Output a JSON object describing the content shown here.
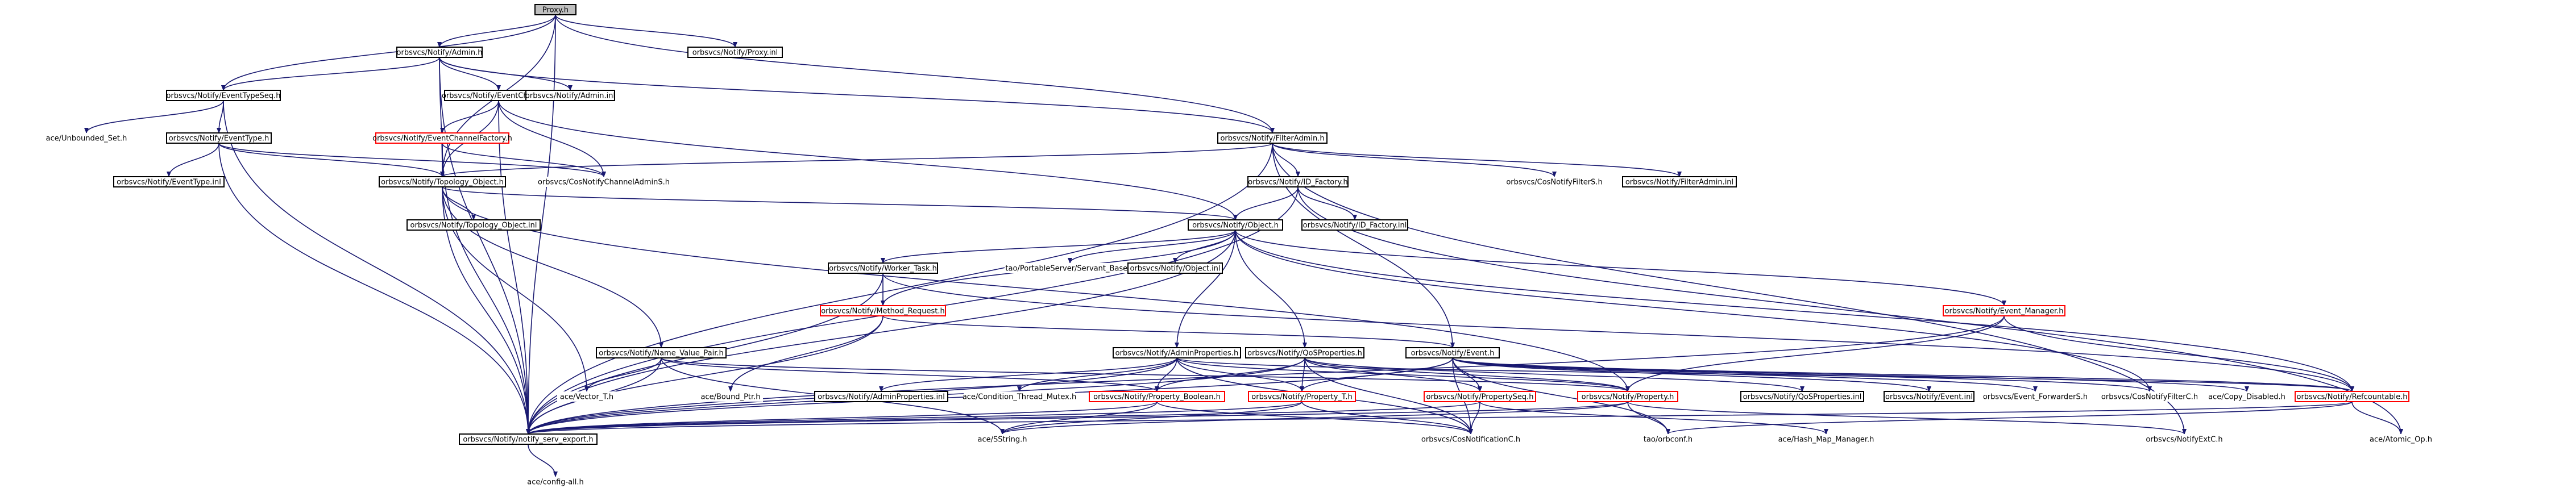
{
  "colors": {
    "edge": "#191970",
    "normal_border": "#000000",
    "red_border": "#ff0000",
    "focus_fill": "#bfbfbf",
    "fill": "#ffffff",
    "plain_text": "#555555"
  },
  "nodes": [
    {
      "id": "proxy_h",
      "label": "Proxy.h",
      "style": "focus"
    },
    {
      "id": "notify_admin_h",
      "label": "orbsvcs/Notify/Admin.h",
      "style": "normal"
    },
    {
      "id": "notify_proxy_inl",
      "label": "orbsvcs/Notify/Proxy.inl",
      "style": "normal"
    },
    {
      "id": "event_type_seq_h",
      "label": "orbsvcs/Notify/EventTypeSeq.h",
      "style": "normal"
    },
    {
      "id": "event_channel_h",
      "label": "orbsvcs/Notify/EventChannel.h",
      "style": "normal"
    },
    {
      "id": "admin_inl",
      "label": "orbsvcs/Notify/Admin.inl",
      "style": "normal"
    },
    {
      "id": "unbounded_set_h",
      "label": "ace/Unbounded_Set.h",
      "style": "plain"
    },
    {
      "id": "event_type_h",
      "label": "orbsvcs/Notify/EventType.h",
      "style": "normal"
    },
    {
      "id": "event_channel_factory_h",
      "label": "orbsvcs/Notify/EventChannelFactory.h",
      "style": "red"
    },
    {
      "id": "filter_admin_h",
      "label": "orbsvcs/Notify/FilterAdmin.h",
      "style": "normal"
    },
    {
      "id": "event_type_inl",
      "label": "orbsvcs/Notify/EventType.inl",
      "style": "normal"
    },
    {
      "id": "topology_object_h",
      "label": "orbsvcs/Notify/Topology_Object.h",
      "style": "normal"
    },
    {
      "id": "cos_notify_channel_admin_s_h",
      "label": "orbsvcs/CosNotifyChannelAdminS.h",
      "style": "plain"
    },
    {
      "id": "id_factory_h",
      "label": "orbsvcs/Notify/ID_Factory.h",
      "style": "normal"
    },
    {
      "id": "cos_notify_filter_s_h",
      "label": "orbsvcs/CosNotifyFilterS.h",
      "style": "plain"
    },
    {
      "id": "filter_admin_inl",
      "label": "orbsvcs/Notify/FilterAdmin.inl",
      "style": "normal"
    },
    {
      "id": "topology_object_inl",
      "label": "orbsvcs/Notify/Topology_Object.inl",
      "style": "normal"
    },
    {
      "id": "id_factory_inl",
      "label": "orbsvcs/Notify/ID_Factory.inl",
      "style": "normal"
    },
    {
      "id": "notify_object_h",
      "label": "orbsvcs/Notify/Object.h",
      "style": "normal"
    },
    {
      "id": "worker_task_h",
      "label": "orbsvcs/Notify/Worker_Task.h",
      "style": "normal"
    },
    {
      "id": "portable_server_servant_base_h",
      "label": "tao/PortableServer/Servant_Base.h",
      "style": "plain"
    },
    {
      "id": "notify_object_inl",
      "label": "orbsvcs/Notify/Object.inl",
      "style": "normal"
    },
    {
      "id": "method_request_h",
      "label": "orbsvcs/Notify/Method_Request.h",
      "style": "red"
    },
    {
      "id": "event_manager_h",
      "label": "orbsvcs/Notify/Event_Manager.h",
      "style": "red"
    },
    {
      "id": "name_value_pair_h",
      "label": "orbsvcs/Notify/Name_Value_Pair.h",
      "style": "normal"
    },
    {
      "id": "admin_properties_h",
      "label": "orbsvcs/Notify/AdminProperties.h",
      "style": "normal"
    },
    {
      "id": "qos_properties_h",
      "label": "orbsvcs/Notify/QoSProperties.h",
      "style": "normal"
    },
    {
      "id": "notify_event_h",
      "label": "orbsvcs/Notify/Event.h",
      "style": "normal"
    },
    {
      "id": "vector_t_h",
      "label": "ace/Vector_T.h",
      "style": "plain"
    },
    {
      "id": "bound_ptr_h",
      "label": "ace/Bound_Ptr.h",
      "style": "plain"
    },
    {
      "id": "admin_properties_inl",
      "label": "orbsvcs/Notify/AdminProperties.inl",
      "style": "normal"
    },
    {
      "id": "condition_thread_mutex_h",
      "label": "ace/Condition_Thread_Mutex.h",
      "style": "plain"
    },
    {
      "id": "property_boolean_h",
      "label": "orbsvcs/Notify/Property_Boolean.h",
      "style": "red"
    },
    {
      "id": "property_t_h",
      "label": "orbsvcs/Notify/Property_T.h",
      "style": "red"
    },
    {
      "id": "property_seq_h",
      "label": "orbsvcs/Notify/PropertySeq.h",
      "style": "red"
    },
    {
      "id": "property_h",
      "label": "orbsvcs/Notify/Property.h",
      "style": "red"
    },
    {
      "id": "qos_properties_inl",
      "label": "orbsvcs/Notify/QoSProperties.inl",
      "style": "normal"
    },
    {
      "id": "event_inl",
      "label": "orbsvcs/Notify/Event.inl",
      "style": "normal"
    },
    {
      "id": "event_forwarder_s_h",
      "label": "orbsvcs/Event_ForwarderS.h",
      "style": "plain"
    },
    {
      "id": "cos_notify_filter_c_h",
      "label": "orbsvcs/CosNotifyFilterC.h",
      "style": "plain"
    },
    {
      "id": "copy_disabled_h",
      "label": "ace/Copy_Disabled.h",
      "style": "plain"
    },
    {
      "id": "refcountable_h",
      "label": "orbsvcs/Notify/Refcountable.h",
      "style": "red"
    },
    {
      "id": "notify_serv_export_h",
      "label": "orbsvcs/Notify/notify_serv_export.h",
      "style": "normal"
    },
    {
      "id": "sstring_h",
      "label": "ace/SString.h",
      "style": "plain"
    },
    {
      "id": "cos_notification_c_h",
      "label": "orbsvcs/CosNotificationC.h",
      "style": "plain"
    },
    {
      "id": "orbconf_h",
      "label": "tao/orbconf.h",
      "style": "plain"
    },
    {
      "id": "hash_map_manager_h",
      "label": "ace/Hash_Map_Manager.h",
      "style": "plain"
    },
    {
      "id": "notify_ext_c_h",
      "label": "orbsvcs/NotifyExtC.h",
      "style": "plain"
    },
    {
      "id": "atomic_op_h",
      "label": "ace/Atomic_Op.h",
      "style": "plain"
    },
    {
      "id": "config_all_h",
      "label": "ace/config-all.h",
      "style": "plain"
    }
  ],
  "edges": [
    [
      "proxy_h",
      "notify_admin_h"
    ],
    [
      "proxy_h",
      "notify_proxy_inl"
    ],
    [
      "proxy_h",
      "event_type_seq_h"
    ],
    [
      "proxy_h",
      "filter_admin_h"
    ],
    [
      "proxy_h",
      "topology_object_h"
    ],
    [
      "proxy_h",
      "notify_serv_export_h"
    ],
    [
      "notify_admin_h",
      "event_type_seq_h"
    ],
    [
      "notify_admin_h",
      "event_channel_h"
    ],
    [
      "notify_admin_h",
      "admin_inl"
    ],
    [
      "notify_admin_h",
      "filter_admin_h"
    ],
    [
      "notify_admin_h",
      "topology_object_h"
    ],
    [
      "notify_admin_h",
      "notify_serv_export_h"
    ],
    [
      "event_type_seq_h",
      "unbounded_set_h"
    ],
    [
      "event_type_seq_h",
      "event_type_h"
    ],
    [
      "event_type_seq_h",
      "notify_serv_export_h"
    ],
    [
      "event_channel_h",
      "event_channel_factory_h"
    ],
    [
      "event_channel_h",
      "topology_object_h"
    ],
    [
      "event_channel_h",
      "cos_notify_channel_admin_s_h"
    ],
    [
      "event_channel_h",
      "notify_object_h"
    ],
    [
      "event_channel_h",
      "notify_serv_export_h"
    ],
    [
      "event_type_h",
      "event_type_inl"
    ],
    [
      "event_type_h",
      "topology_object_h"
    ],
    [
      "event_type_h",
      "cos_notify_channel_admin_s_h"
    ],
    [
      "event_type_h",
      "notify_serv_export_h"
    ],
    [
      "event_channel_factory_h",
      "topology_object_h"
    ],
    [
      "event_channel_factory_h",
      "cos_notify_channel_admin_s_h"
    ],
    [
      "event_channel_factory_h",
      "notify_serv_export_h"
    ],
    [
      "filter_admin_h",
      "id_factory_h"
    ],
    [
      "filter_admin_h",
      "cos_notify_filter_s_h"
    ],
    [
      "filter_admin_h",
      "filter_admin_inl"
    ],
    [
      "filter_admin_h",
      "topology_object_h"
    ],
    [
      "filter_admin_h",
      "notify_event_h"
    ],
    [
      "filter_admin_h",
      "notify_serv_export_h"
    ],
    [
      "filter_admin_h",
      "notify_ext_c_h"
    ],
    [
      "topology_object_h",
      "topology_object_inl"
    ],
    [
      "topology_object_h",
      "notify_object_h"
    ],
    [
      "topology_object_h",
      "name_value_pair_h"
    ],
    [
      "topology_object_h",
      "vector_t_h"
    ],
    [
      "topology_object_h",
      "property_h"
    ],
    [
      "topology_object_h",
      "notify_serv_export_h"
    ],
    [
      "id_factory_h",
      "id_factory_inl"
    ],
    [
      "id_factory_h",
      "notify_object_h"
    ],
    [
      "id_factory_h",
      "notify_serv_export_h"
    ],
    [
      "id_factory_h",
      "atomic_op_h"
    ],
    [
      "notify_object_h",
      "worker_task_h"
    ],
    [
      "notify_object_h",
      "portable_server_servant_base_h"
    ],
    [
      "notify_object_h",
      "notify_object_inl"
    ],
    [
      "notify_object_h",
      "event_manager_h"
    ],
    [
      "notify_object_h",
      "admin_properties_h"
    ],
    [
      "notify_object_h",
      "qos_properties_h"
    ],
    [
      "notify_object_h",
      "refcountable_h"
    ],
    [
      "notify_object_h",
      "notify_serv_export_h"
    ],
    [
      "notify_object_h",
      "method_request_h"
    ],
    [
      "notify_object_h",
      "cos_notify_filter_c_h"
    ],
    [
      "worker_task_h",
      "method_request_h"
    ],
    [
      "worker_task_h",
      "refcountable_h"
    ],
    [
      "worker_task_h",
      "notify_serv_export_h"
    ],
    [
      "method_request_h",
      "notify_event_h"
    ],
    [
      "method_request_h",
      "bound_ptr_h"
    ],
    [
      "method_request_h",
      "notify_serv_export_h"
    ],
    [
      "event_manager_h",
      "refcountable_h"
    ],
    [
      "event_manager_h",
      "notify_serv_export_h"
    ],
    [
      "event_manager_h",
      "property_h"
    ],
    [
      "name_value_pair_h",
      "property_h"
    ],
    [
      "name_value_pair_h",
      "property_boolean_h"
    ],
    [
      "name_value_pair_h",
      "vector_t_h"
    ],
    [
      "name_value_pair_h",
      "sstring_h"
    ],
    [
      "name_value_pair_h",
      "notify_serv_export_h"
    ],
    [
      "admin_properties_h",
      "admin_properties_inl"
    ],
    [
      "admin_properties_h",
      "condition_thread_mutex_h"
    ],
    [
      "admin_properties_h",
      "property_boolean_h"
    ],
    [
      "admin_properties_h",
      "property_t_h"
    ],
    [
      "admin_properties_h",
      "property_h"
    ],
    [
      "admin_properties_h",
      "refcountable_h"
    ],
    [
      "admin_properties_h",
      "notify_serv_export_h"
    ],
    [
      "admin_properties_h",
      "cos_notification_c_h"
    ],
    [
      "qos_properties_h",
      "property_boolean_h"
    ],
    [
      "qos_properties_h",
      "property_t_h"
    ],
    [
      "qos_properties_h",
      "property_seq_h"
    ],
    [
      "qos_properties_h",
      "property_h"
    ],
    [
      "qos_properties_h",
      "qos_properties_inl"
    ],
    [
      "qos_properties_h",
      "notify_serv_export_h"
    ],
    [
      "qos_properties_h",
      "cos_notification_c_h"
    ],
    [
      "notify_event_h",
      "property_seq_h"
    ],
    [
      "notify_event_h",
      "property_t_h"
    ],
    [
      "notify_event_h",
      "event_inl"
    ],
    [
      "notify_event_h",
      "event_forwarder_s_h"
    ],
    [
      "notify_event_h",
      "cos_notify_filter_c_h"
    ],
    [
      "notify_event_h",
      "copy_disabled_h"
    ],
    [
      "notify_event_h",
      "refcountable_h"
    ],
    [
      "notify_event_h",
      "notify_serv_export_h"
    ],
    [
      "notify_event_h",
      "orbconf_h"
    ],
    [
      "notify_event_h",
      "cos_notification_c_h"
    ],
    [
      "property_boolean_h",
      "notify_serv_export_h"
    ],
    [
      "property_boolean_h",
      "sstring_h"
    ],
    [
      "property_boolean_h",
      "cos_notification_c_h"
    ],
    [
      "property_t_h",
      "notify_serv_export_h"
    ],
    [
      "property_t_h",
      "sstring_h"
    ],
    [
      "property_t_h",
      "cos_notification_c_h"
    ],
    [
      "property_seq_h",
      "notify_serv_export_h"
    ],
    [
      "property_seq_h",
      "cos_notification_c_h"
    ],
    [
      "property_seq_h",
      "hash_map_manager_h"
    ],
    [
      "property_h",
      "notify_serv_export_h"
    ],
    [
      "property_h",
      "sstring_h"
    ],
    [
      "property_h",
      "orbconf_h"
    ],
    [
      "property_h",
      "notify_ext_c_h"
    ],
    [
      "refcountable_h",
      "notify_serv_export_h"
    ],
    [
      "refcountable_h",
      "atomic_op_h"
    ],
    [
      "refcountable_h",
      "orbconf_h"
    ],
    [
      "notify_serv_export_h",
      "config_all_h"
    ]
  ]
}
